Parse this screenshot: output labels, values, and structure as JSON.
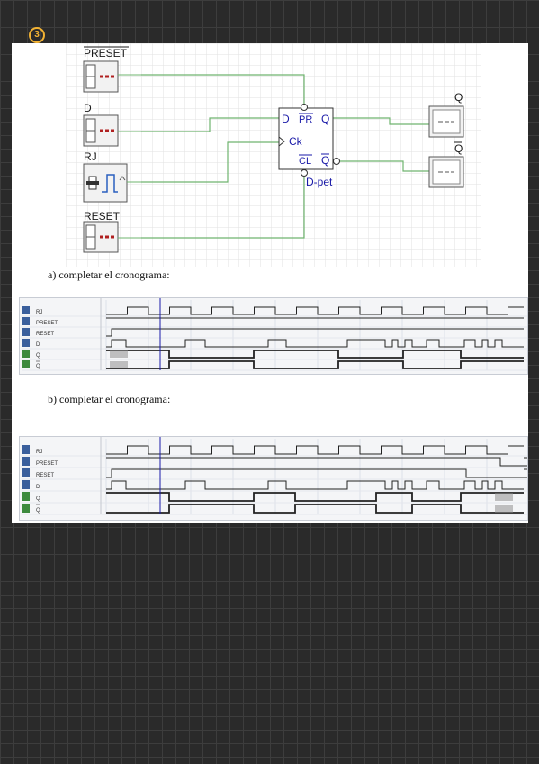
{
  "badge": {
    "text": "3"
  },
  "circuit": {
    "inputs": [
      "PRESET",
      "D",
      "RJ",
      "RESET"
    ],
    "ff": {
      "d": "D",
      "pr": "PR",
      "q": "Q",
      "ck": "Ck",
      "cl": "CL",
      "qbar": "Q",
      "name": "D-pet"
    },
    "outputs": [
      "Q",
      "Q"
    ],
    "colors": {
      "wire": "#6fb46f",
      "led": "#b02020",
      "grid": "#e2e2e2",
      "blue": "#1a1aa8"
    }
  },
  "sections": [
    {
      "caption": "a)   completar el cronograma:"
    },
    {
      "caption": "b)   completar el cronograma:"
    }
  ],
  "signals": [
    "RJ",
    "PRESET",
    "RESET",
    "D",
    "Q",
    "Q"
  ]
}
